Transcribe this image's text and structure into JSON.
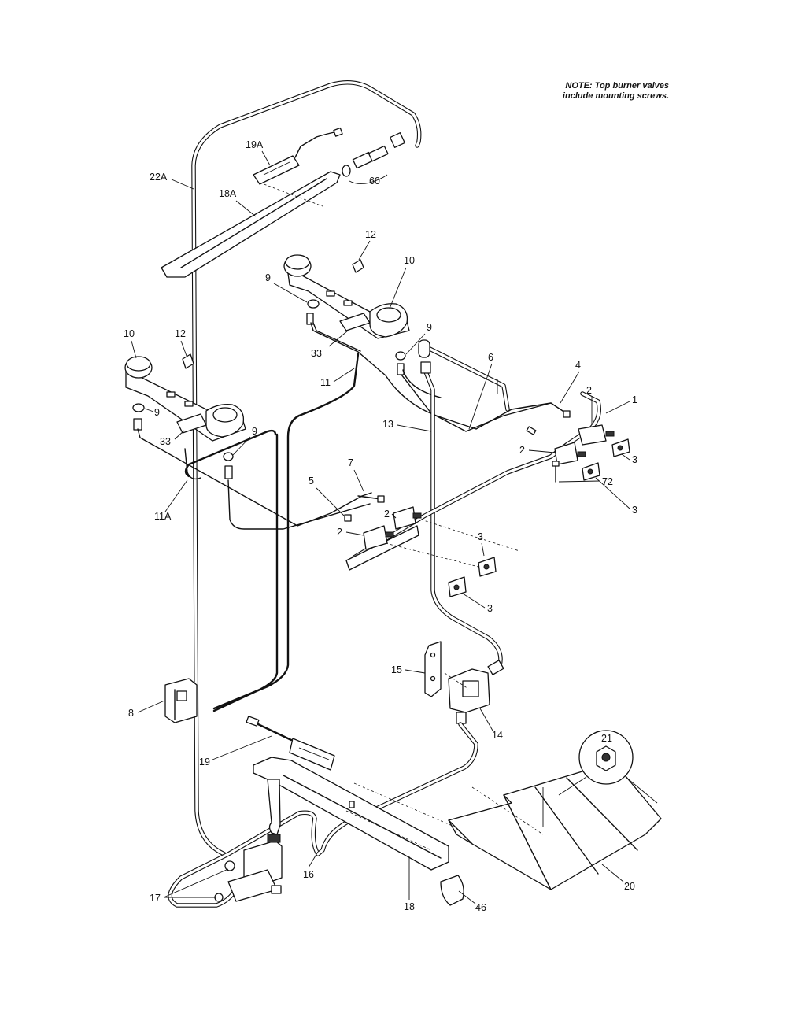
{
  "note": {
    "line1": "NOTE: Top burner valves",
    "line2": "include mounting screws."
  },
  "callouts": [
    "1",
    "2",
    "3",
    "4",
    "5",
    "6",
    "7",
    "8",
    "9",
    "10",
    "11",
    "11A",
    "12",
    "13",
    "14",
    "15",
    "16",
    "17",
    "18",
    "18A",
    "19",
    "19A",
    "20",
    "21",
    "22A",
    "33",
    "46",
    "60",
    "72"
  ]
}
